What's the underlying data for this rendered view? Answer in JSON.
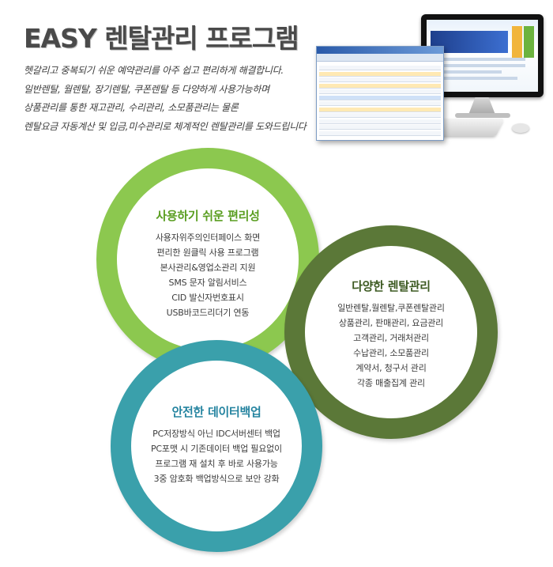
{
  "header": {
    "title": "EASY 렌탈관리 프로그램",
    "intro": [
      "헷갈리고 중복되기 쉬운 예약관리를 아주 쉽고 편리하게 해결합니다.",
      "일반렌탈, 월렌탈, 장기렌탈, 쿠폰렌탈 등 다양하게 사용가능하며",
      "상품관리를 통한 재고관리, 수리관리, 소모품관리는 물론",
      "렌탈요금 자동계산 및 입금,미수관리로 체계적인 렌탈관리를 도와드립니다"
    ]
  },
  "features": {
    "easy": {
      "title": "사용하기 쉬운 편리성",
      "items": [
        "사용자위주의인터페이스 화면",
        "편리한 원클릭 사용 프로그램",
        "본사관리&영업소관리 지원",
        "SMS 문자 알림서비스",
        "CID 발신자번호표시",
        "USB바코드리더기 연동"
      ]
    },
    "rental": {
      "title": "다양한 렌탈관리",
      "items": [
        "일반렌탈,월렌탈,쿠폰렌탈관리",
        "상품관리, 판매관리, 요금관리",
        "고객관리, 거래처관리",
        "수납관리, 소모품관리",
        "계약서, 청구서 관리",
        "각종 매출집계 관리"
      ]
    },
    "backup": {
      "title": "안전한 데이터백업",
      "items": [
        "PC저장방식 아닌 IDC서버센터 백업",
        "PC포맷 시 기존데이터 백업 필요없이",
        "프로그램 재 설치 후 바로 사용가능",
        "3중 암호화 백업방식으로 보안 강화"
      ]
    }
  },
  "colors": {
    "green_ring": "#8cc84f",
    "dark_ring": "#5b7838",
    "teal_ring": "#3aa0ab",
    "green_title": "#5a9e21",
    "dark_title": "#3d5a22",
    "teal_title": "#2584a0"
  },
  "icons": {
    "product_image": "monitor-with-rental-software-screenshot"
  }
}
